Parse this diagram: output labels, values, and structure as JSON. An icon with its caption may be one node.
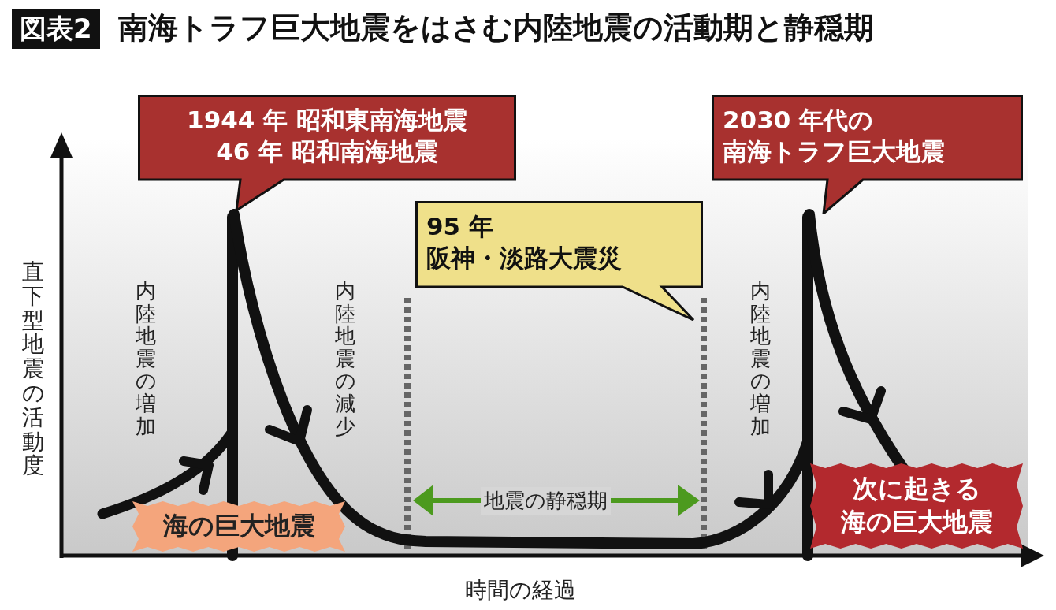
{
  "diagram": {
    "title": "南海トラフ巨大地震をはさむ内陸地震の活動期と静穏期",
    "nodes": [
      {
        "text": [
          "1944 年 昭和東南海地震 46 年 昭和南海地震"
        ]
      },
      {
        "text": [
          "2030 年代の南海トラフ巨大地震"
        ]
      },
      {
        "text": [
          "95 年阪神・淡路大震災"
        ]
      },
      {
        "text": [
          "海の巨大地震"
        ]
      },
      {
        "text": [
          "次に起きる海の巨大地震"
        ]
      }
    ],
    "labels": [
      "図表2",
      "直下型地震の活動度",
      "内陸地震の増加",
      "内陸地震の減少",
      "地震の静穏期",
      "内陸地震の増加",
      "時間の経過"
    ]
  }
}
